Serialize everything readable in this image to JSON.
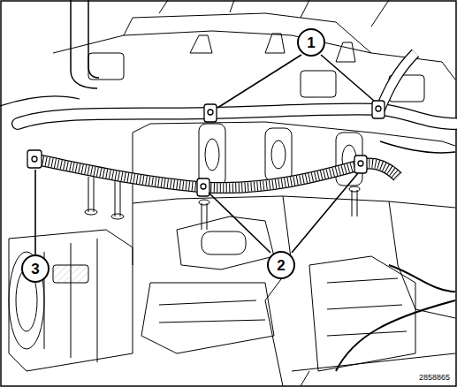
{
  "diagram": {
    "labels": [
      "1",
      "2",
      "3",
      "2858865"
    ]
  }
}
